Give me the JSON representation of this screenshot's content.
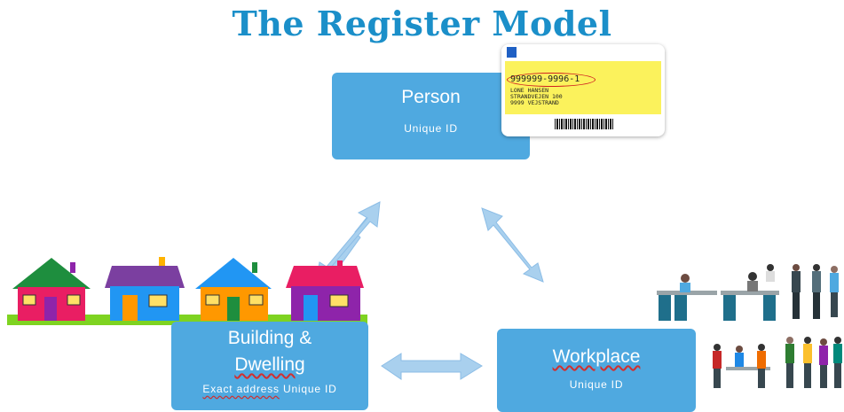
{
  "title": "The Register Model",
  "nodes": {
    "person": {
      "label": "Person",
      "sub": "Unique ID"
    },
    "building": {
      "label_line1": "Building &",
      "label_line2": "Dwelling",
      "sub_a": "Exact address",
      "sub_b": " Unique ID"
    },
    "workplace": {
      "label": "Workplace",
      "sub": "Unique ID"
    }
  },
  "card": {
    "number": "999999-9996-1",
    "address": "LONE HANSEN\nSTRANDVEJEN 100\n9999 VEJSTRAND"
  },
  "colors": {
    "title": "#1b8fc9",
    "box": "#4fa9e0",
    "arrow": "#a9d0ee"
  }
}
